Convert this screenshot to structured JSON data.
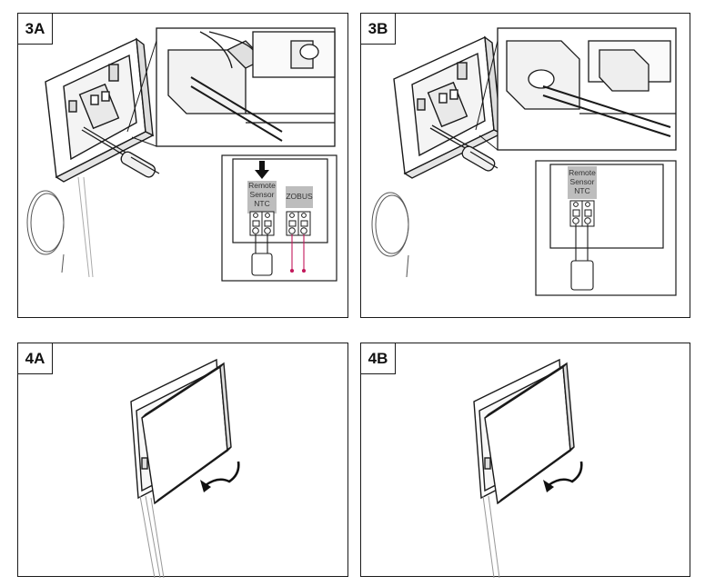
{
  "steps": [
    {
      "id": "3A",
      "label": "3A"
    },
    {
      "id": "3B",
      "label": "3B"
    },
    {
      "id": "4A",
      "label": "4A"
    },
    {
      "id": "4B",
      "label": "4B"
    }
  ],
  "terminal_labels": {
    "remote_line1": "Remote",
    "remote_line2": "Sensor",
    "remote_line3": "NTC",
    "zobus": "ZOBUS"
  },
  "colors": {
    "outline": "#1a1a1a",
    "label_bg": "#bdbdbd",
    "zobus_wire": "#c2185b",
    "gray_line": "#9e9e9e"
  }
}
